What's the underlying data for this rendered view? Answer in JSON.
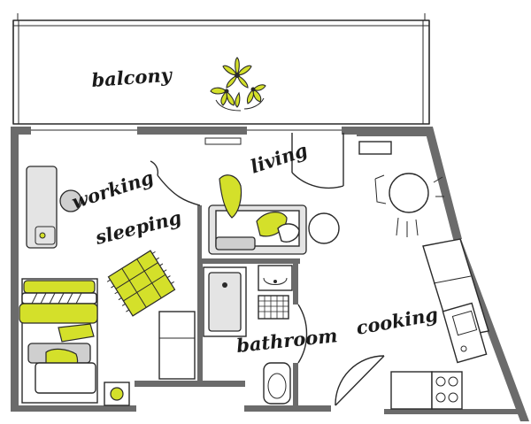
{
  "rooms": {
    "balcony": "balcony",
    "working": "working",
    "sleeping": "sleeping",
    "living": "living",
    "bathroom": "bathroom",
    "cooking": "cooking"
  },
  "colors": {
    "accent": "#d4e02a",
    "wall": "#6b6b6b",
    "line": "#2a2a2a",
    "furniture_grey": "#cfcfcf"
  }
}
